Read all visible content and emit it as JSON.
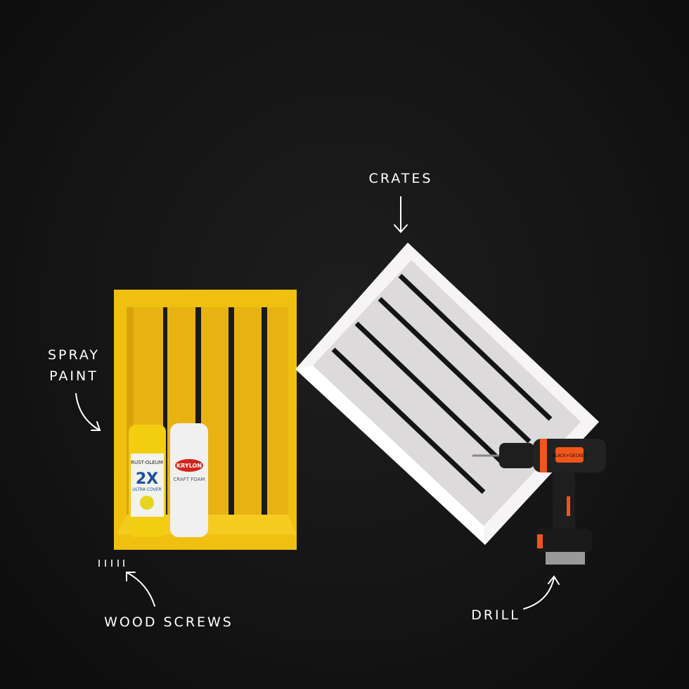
{
  "labels": {
    "crates": "CRATES",
    "spray_paint_line1": "SPRAY",
    "spray_paint_line2": "PAINT",
    "wood_screws": "WOOD SCREWS",
    "drill": "DRILL"
  },
  "products": {
    "yellow_can_brand": "RUST-OLEUM 2X ULTRA COVER",
    "white_can_brand": "KRYLON",
    "white_can_product": "CRAFT FOAM",
    "drill_brand": "BLACK+DECKER"
  },
  "colors": {
    "background": "#141414",
    "yellow_crate": "#f2c314",
    "white_crate": "#f4f2f2",
    "drill_orange": "#f0561a",
    "label_text": "#ffffff"
  }
}
